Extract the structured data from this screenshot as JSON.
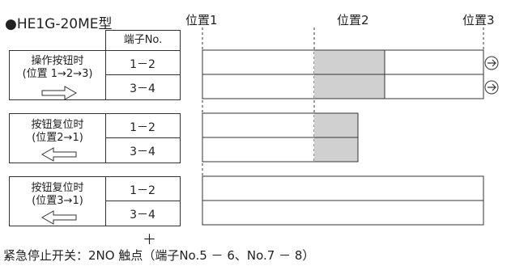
{
  "title": "●HE1G-20ME型",
  "positions": [
    "位置1",
    "位置2",
    "位置3"
  ],
  "terminal_header": "端子No.",
  "groups": [
    {
      "label_lines": [
        "操作按钮时",
        "(位置 1→2→3)"
      ],
      "terminals": [
        "1－2",
        "3－4"
      ],
      "arrow": "right"
    },
    {
      "label_lines": [
        "按钮复位时",
        "(位置2→1)"
      ],
      "terminals": [
        "1－2",
        "3－4"
      ],
      "arrow": "left"
    },
    {
      "label_lines": [
        "按钮复位时",
        "(位置3→1)"
      ],
      "terminals": [
        "1－2",
        "3－4"
      ],
      "arrow": "left"
    }
  ],
  "plus": "＋",
  "footer": "紧急停止开关：2NO 触点（端子No.5 － 6、No.7 － 8）",
  "colors": {
    "shade": "#d0d0d0",
    "line": "#333333"
  }
}
